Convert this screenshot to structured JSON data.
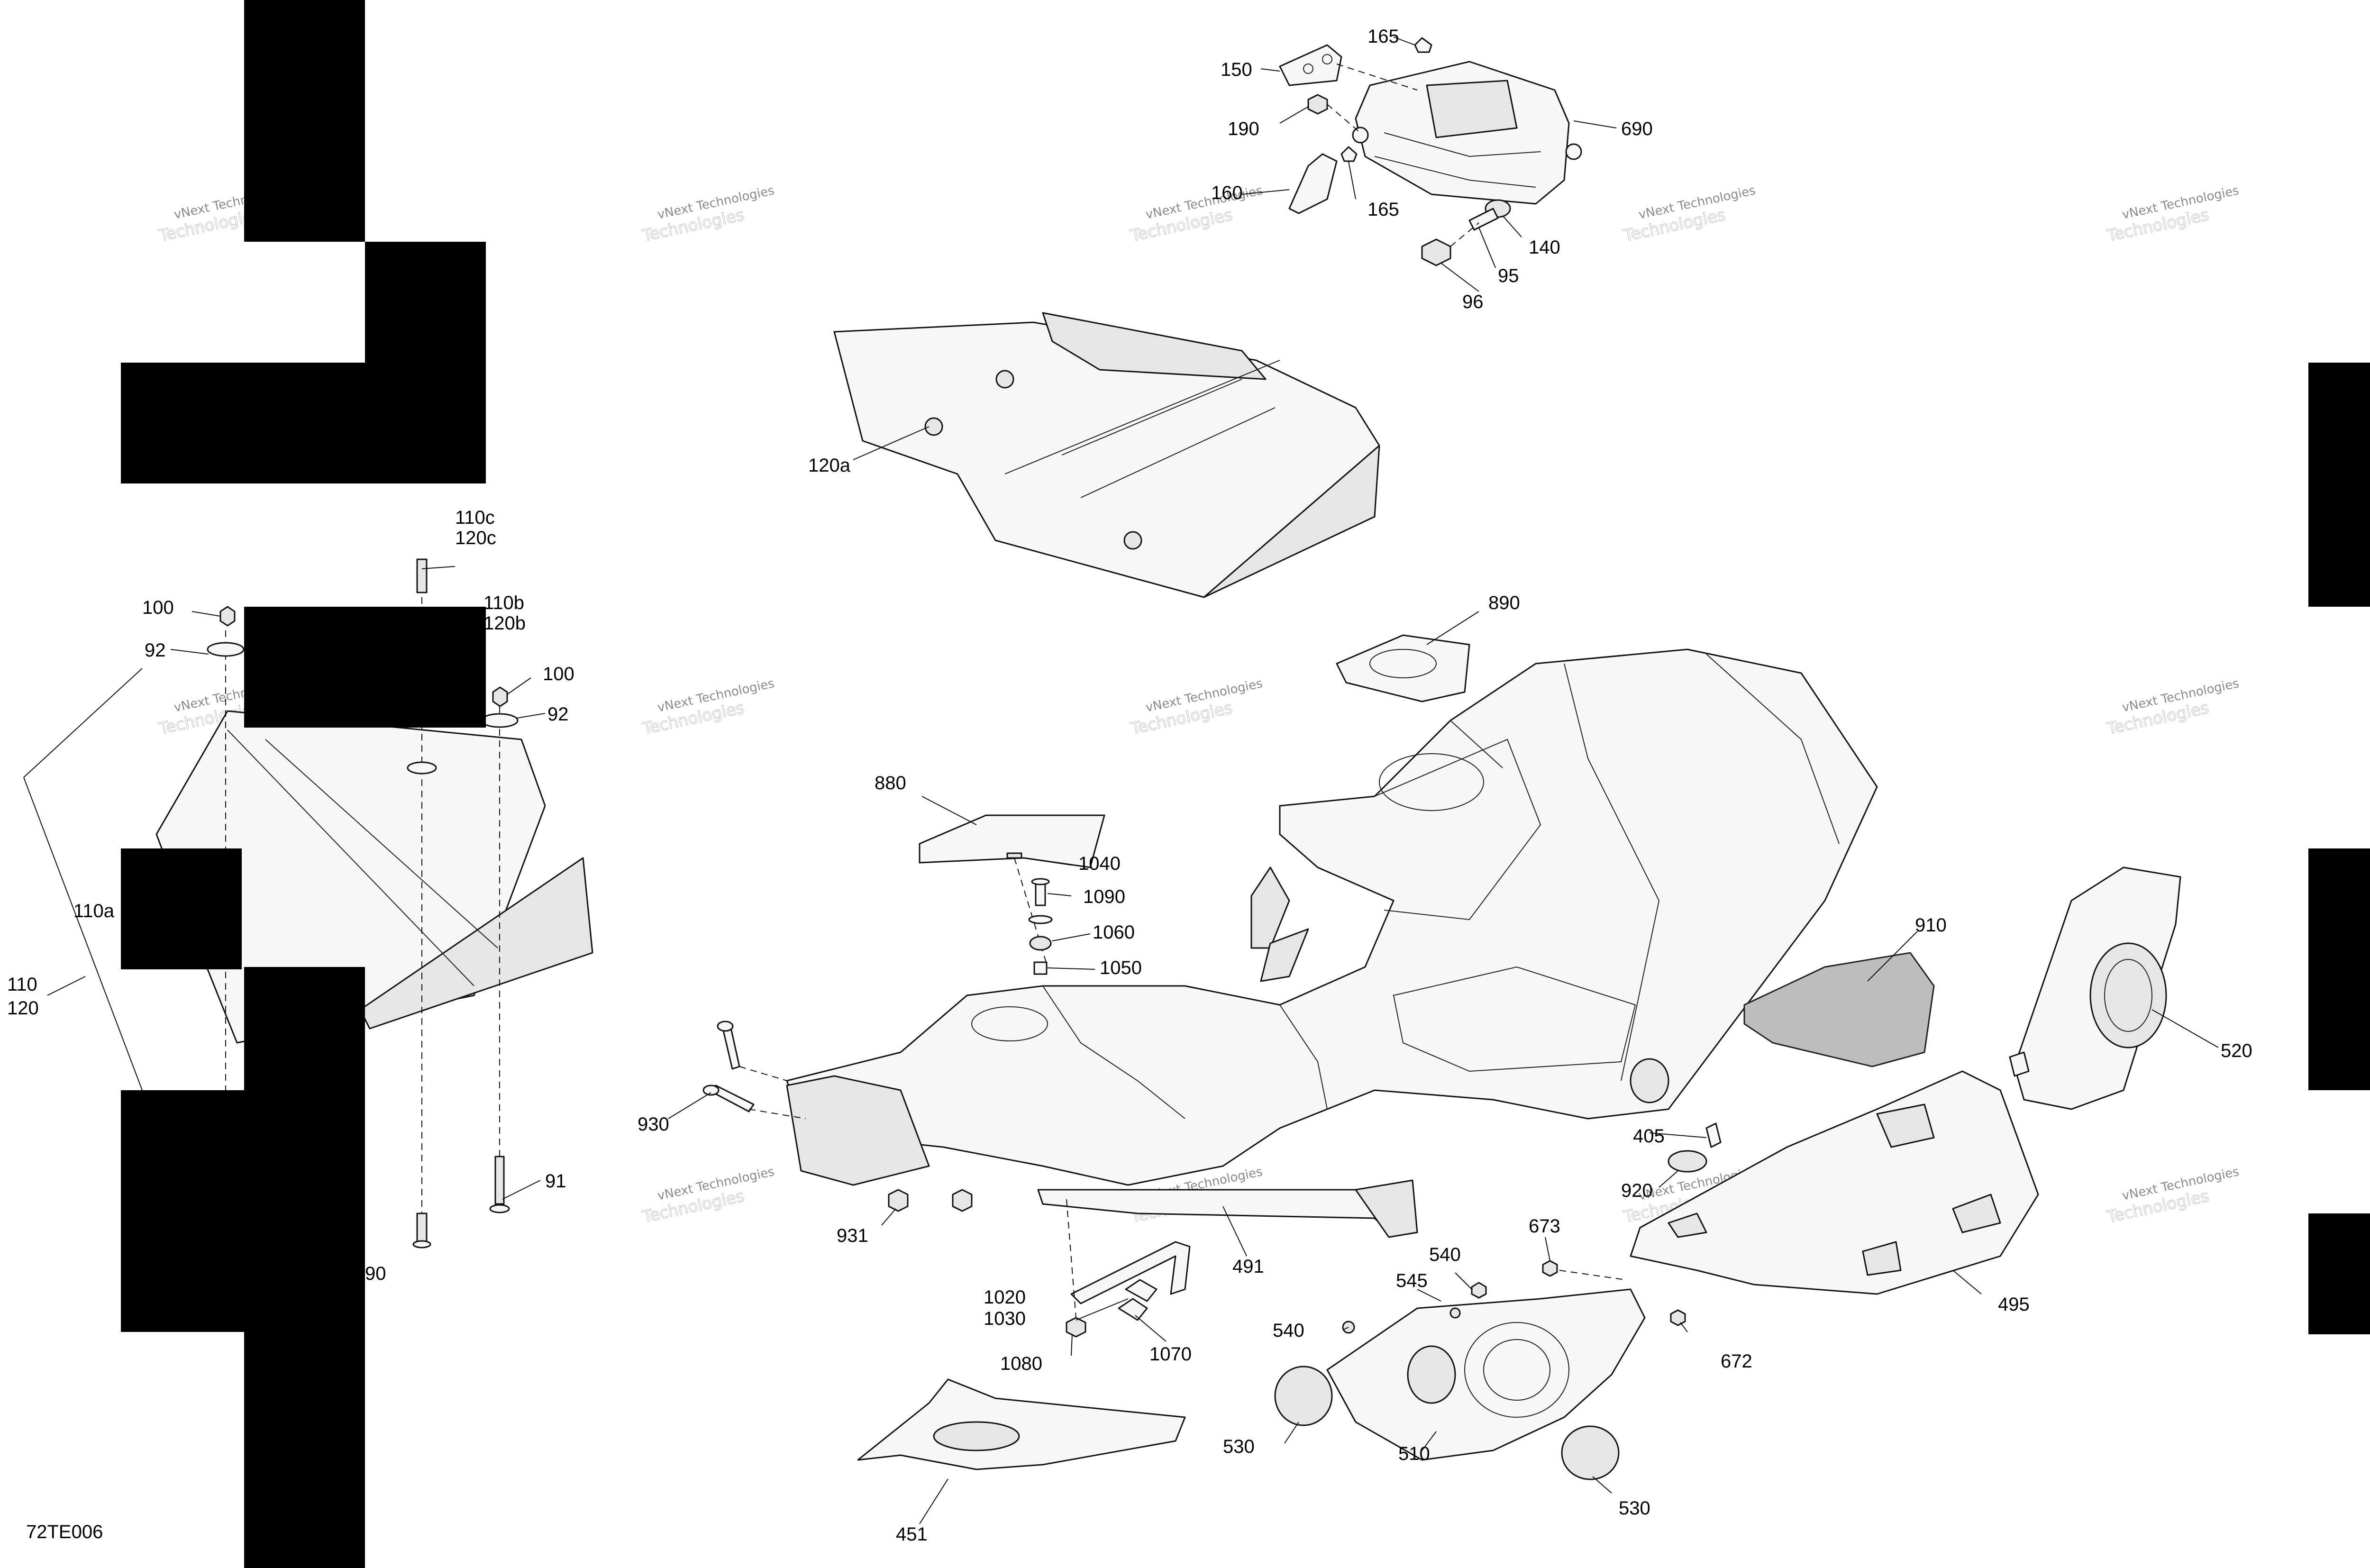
{
  "diagram_id": "72TE006",
  "watermark": {
    "line1": "vNext Technologies",
    "line2": "Technologies"
  },
  "callouts": {
    "p165a": "165",
    "p150": "150",
    "p190": "190",
    "p690": "690",
    "p160": "160",
    "p165b": "165",
    "p140": "140",
    "p95": "95",
    "p96": "96",
    "p120a": "120a",
    "p110c": "110c",
    "p120c": "120c",
    "p110b": "110b",
    "p120b": "120b",
    "p100a": "100",
    "p92a": "92",
    "p100b": "100",
    "p92b": "92",
    "p110a": "110a",
    "p110": "110",
    "p120": "120",
    "p91": "91",
    "p90": "90",
    "p890": "890",
    "p880": "880",
    "p1040": "1040",
    "p1090": "1090",
    "p1060": "1060",
    "p1050": "1050",
    "p910": "910",
    "p520": "520",
    "p930": "930",
    "p931": "931",
    "p405": "405",
    "p920": "920",
    "p491": "491",
    "p495": "495",
    "p673": "673",
    "p540a": "540",
    "p545": "545",
    "p540b": "540",
    "p672": "672",
    "p1020": "1020",
    "p1030": "1030",
    "p1080": "1080",
    "p1070": "1070",
    "p530a": "530",
    "p510": "510",
    "p530b": "530",
    "p451": "451"
  }
}
